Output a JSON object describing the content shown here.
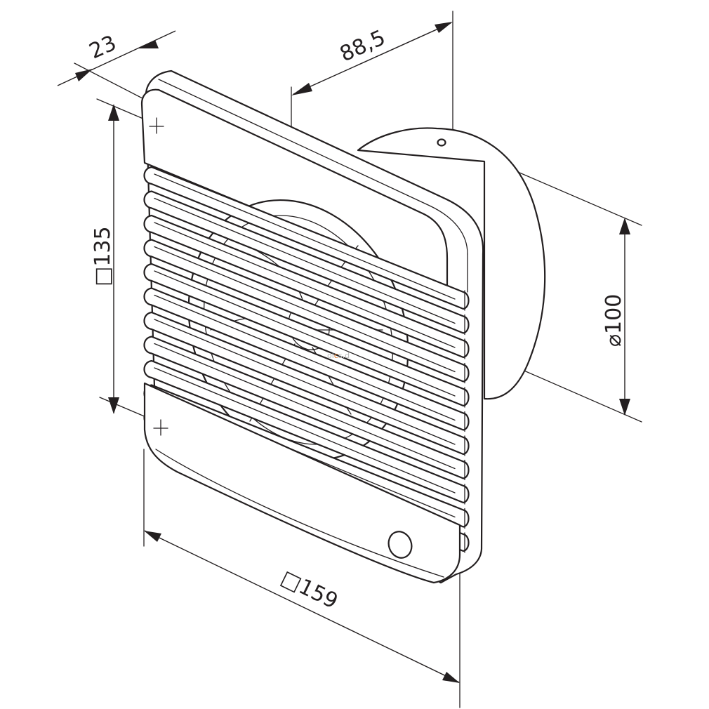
{
  "drawing": {
    "subject": "wall-mounted extractor fan with louvred front grille",
    "dimensions": {
      "depth_front": "23",
      "depth_total": "88,5",
      "height": "□135",
      "width": "□159",
      "duct_diameter": "⌀100"
    },
    "louver_count": 11,
    "watermark": {
      "prefix": "ol",
      "accent": "c",
      "suffix": "s.d"
    },
    "colors": {
      "line": "#231f20",
      "background": "#ffffff",
      "watermark": "#b9b9b9",
      "watermark_accent": "#e07a2e"
    }
  }
}
